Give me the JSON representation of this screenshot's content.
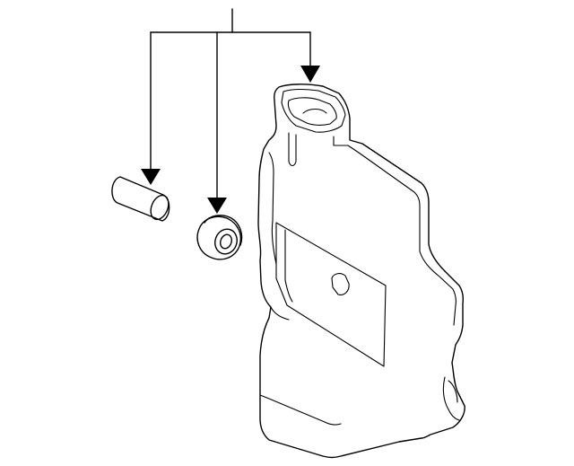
{
  "diagram": {
    "style": "exploded parts line drawing",
    "line_color": "#000000",
    "background_color": "#ffffff",
    "parts": [
      {
        "id": "cap",
        "shape": "cylinder"
      },
      {
        "id": "grommet",
        "shape": "ring"
      },
      {
        "id": "reservoir",
        "shape": "tank body"
      }
    ],
    "callout_arrows": 3
  }
}
